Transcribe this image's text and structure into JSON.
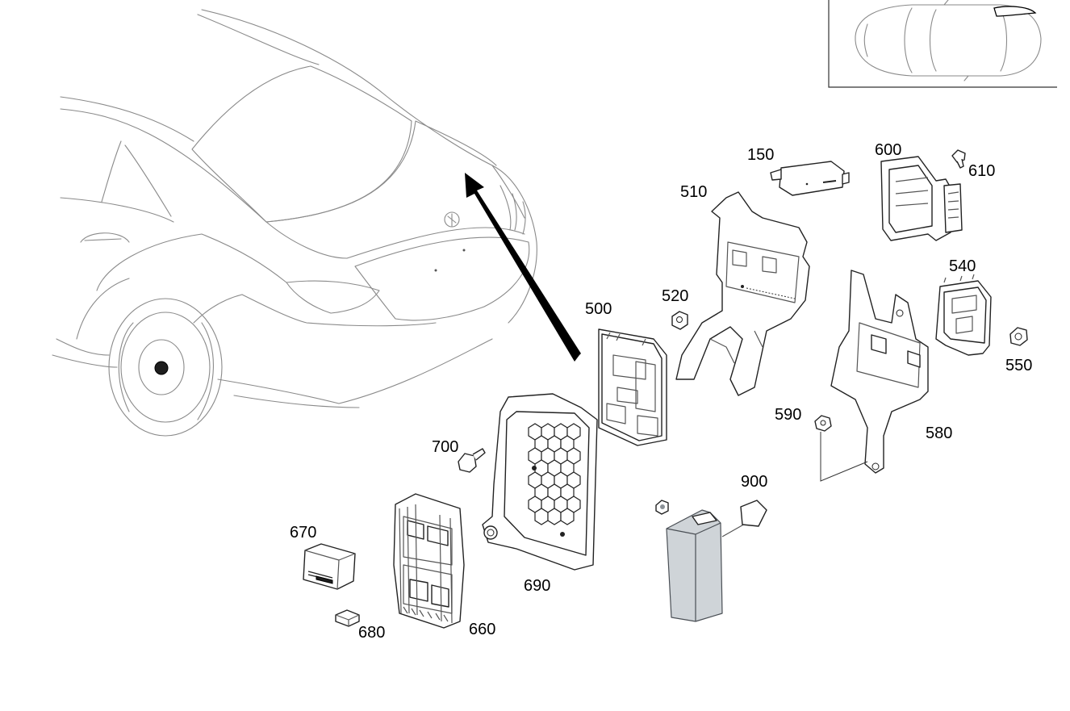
{
  "callouts": {
    "p150": "150",
    "p500": "500",
    "p510": "510",
    "p520": "520",
    "p540": "540",
    "p550": "550",
    "p580": "580",
    "p590": "590",
    "p600": "600",
    "p610": "610",
    "p660": "660",
    "p670": "670",
    "p680": "680",
    "p690": "690",
    "p700": "700",
    "p900": "900"
  },
  "colors": {
    "line_art": "#8a8a8a",
    "part_outline": "#222222",
    "callout_text": "#000000",
    "module_900_fill": "#cfd4d8"
  }
}
